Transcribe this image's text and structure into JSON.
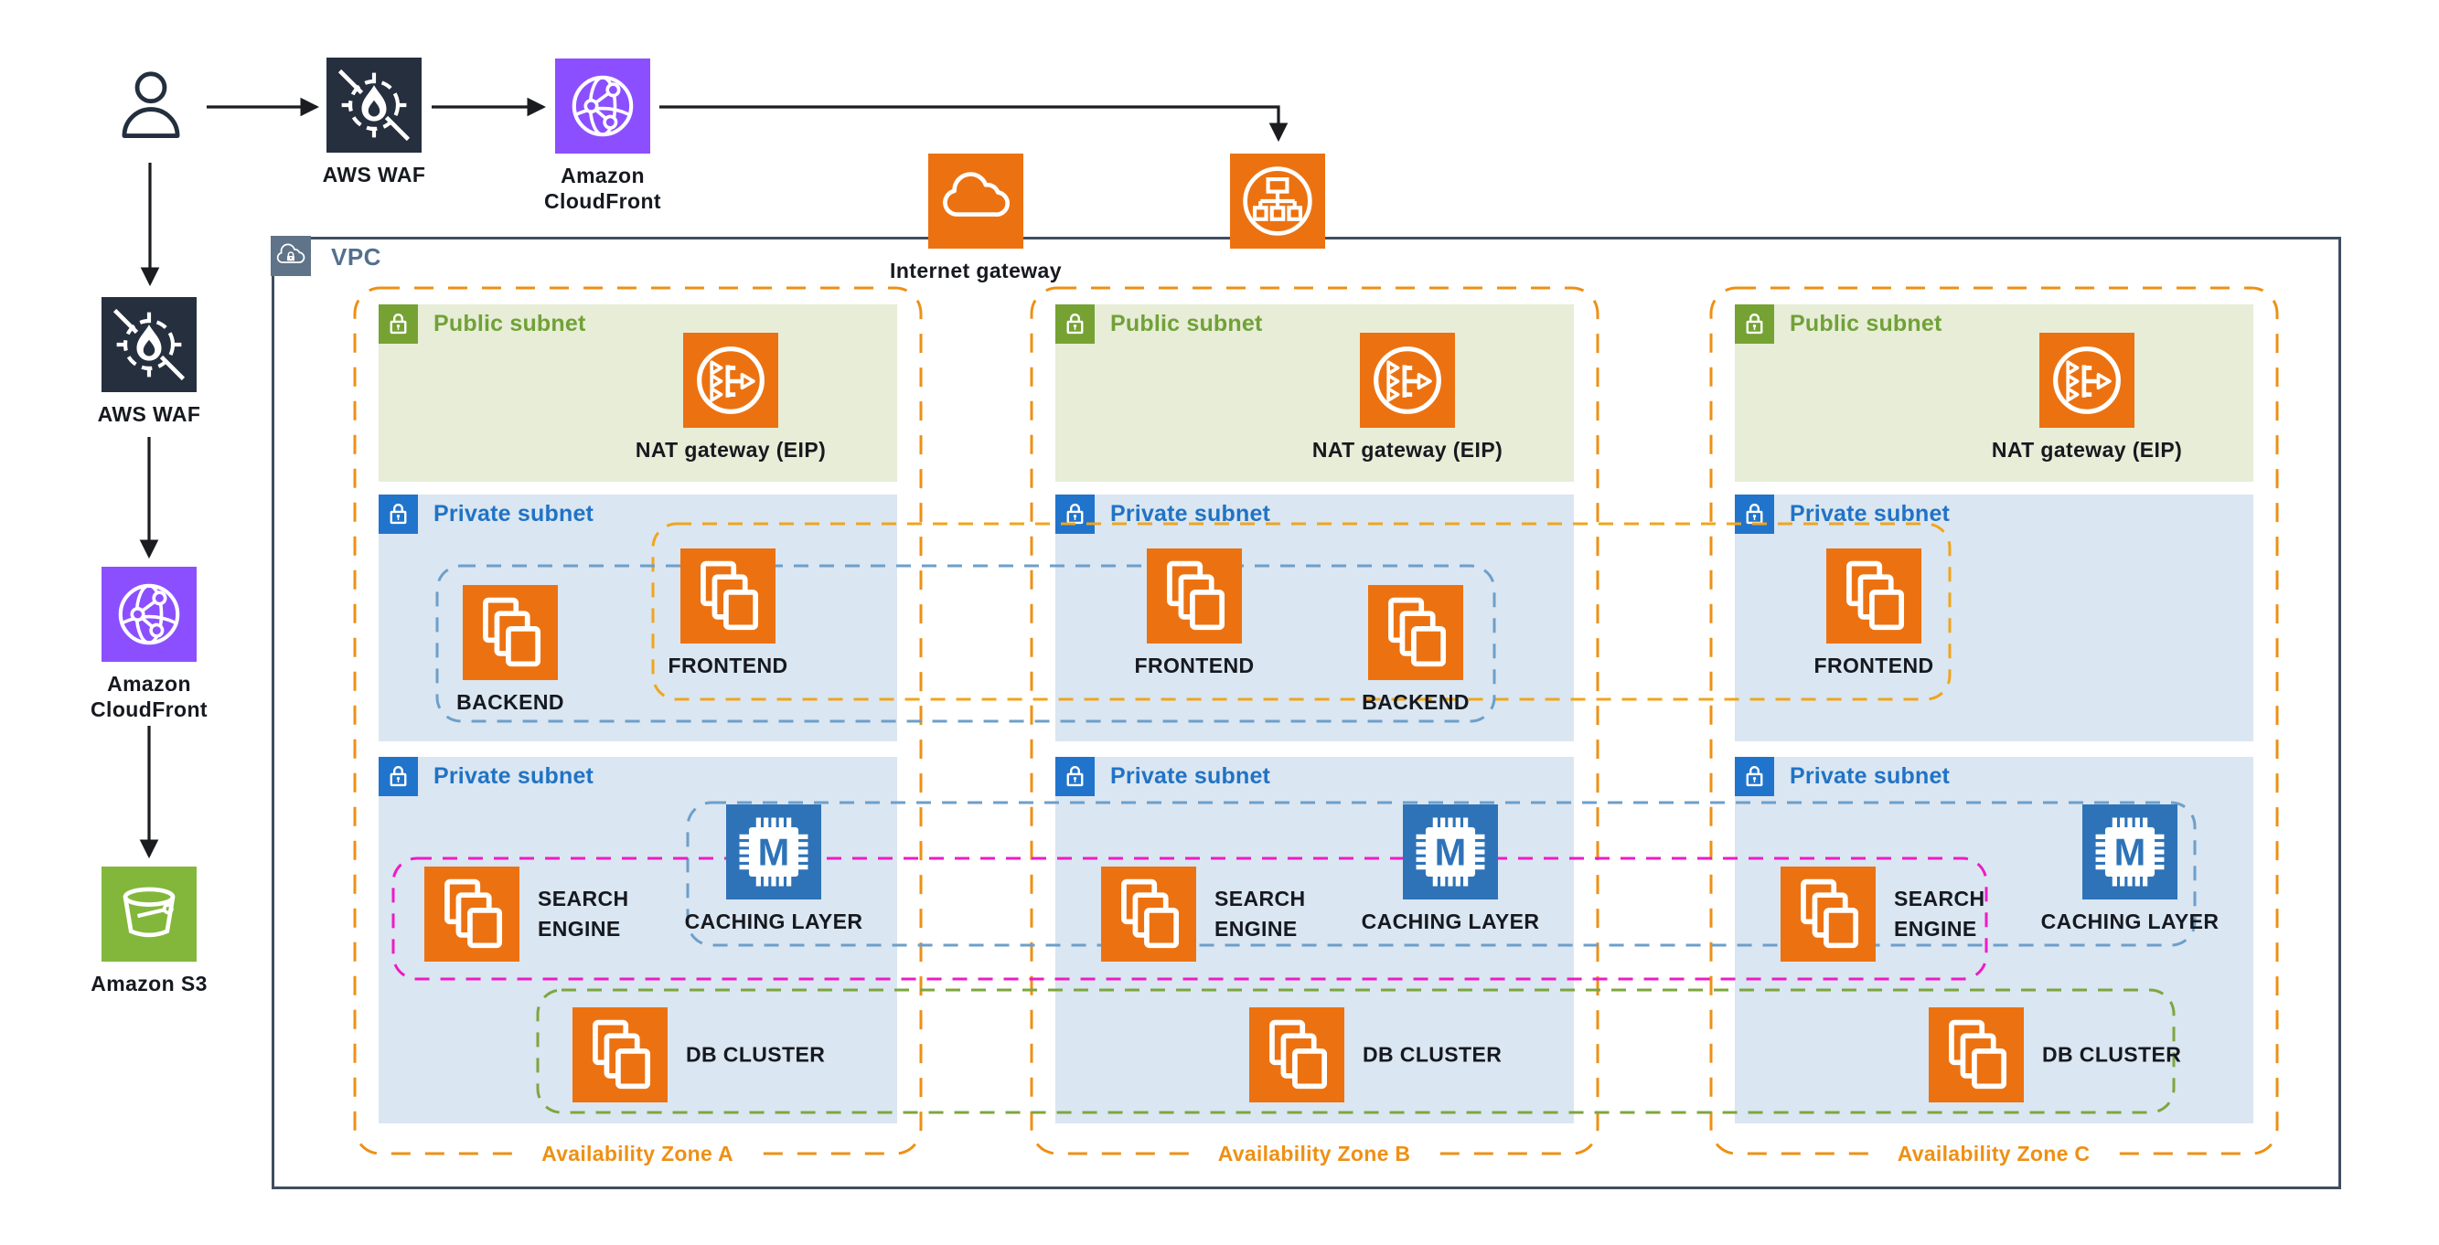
{
  "colors": {
    "aws_orange": "#EC7211",
    "waf_dark": "#252F3E",
    "cloudfront_purple": "#8C4FFF",
    "s3_green": "#82B73C",
    "memcached_blue": "#2E73B8",
    "vpc_border": "#3F4E5F",
    "vpc_badge": "#5F7389",
    "public_subnet_bg": "#E7EDD6",
    "public_subnet_green": "#71A138",
    "private_subnet_bg": "#DAE6F1",
    "private_subnet_blue": "#2173C4",
    "az_dash_orange": "#EE9014",
    "frontend_dash_orange": "#F0A51C",
    "backend_caching_dash_blue": "#6D9FCA",
    "search_dash_magenta": "#ED1BC6",
    "db_dash_green": "#7EA63F",
    "arrow_black": "#1A1C20"
  },
  "icons": {
    "user": "person-outline-icon",
    "waf": "flame-target-icon",
    "cloudfront": "globe-network-icon",
    "s3": "bucket-icon",
    "internet_gateway": "cloud-icon",
    "load_balancer": "network-tree-icon",
    "nat_gateway": "merge-arrows-circle-icon",
    "instances": "stacked-squares-icon",
    "caching": "memcached-chip-icon",
    "vpc": "cloud-lock-icon",
    "subnet": "padlock-icon"
  },
  "edge_top": {
    "waf_label": "AWS WAF",
    "cloudfront_label": "Amazon CloudFront"
  },
  "edge_left": {
    "waf_label": "AWS WAF",
    "cloudfront_label": "Amazon CloudFront",
    "s3_label": "Amazon S3"
  },
  "vpc": {
    "label": "VPC",
    "internet_gateway_label": "Internet gateway"
  },
  "zones": [
    {
      "label": "Availability Zone A",
      "public_subnet": {
        "label": "Public subnet",
        "nat_label": "NAT gateway (EIP)"
      },
      "app_subnet": {
        "label": "Private subnet",
        "frontend_label": "FRONTEND",
        "backend_label": "BACKEND"
      },
      "data_subnet": {
        "label": "Private subnet",
        "search_label": "SEARCH ENGINE",
        "caching_label": "CACHING LAYER",
        "db_label": "DB CLUSTER"
      }
    },
    {
      "label": "Availability Zone B",
      "public_subnet": {
        "label": "Public subnet",
        "nat_label": "NAT gateway (EIP)"
      },
      "app_subnet": {
        "label": "Private subnet",
        "frontend_label": "FRONTEND",
        "backend_label": "BACKEND"
      },
      "data_subnet": {
        "label": "Private subnet",
        "search_label": "SEARCH ENGINE",
        "caching_label": "CACHING LAYER",
        "db_label": "DB CLUSTER"
      }
    },
    {
      "label": "Availability Zone C",
      "public_subnet": {
        "label": "Public subnet",
        "nat_label": "NAT gateway (EIP)"
      },
      "app_subnet": {
        "label": "Private subnet",
        "frontend_label": "FRONTEND"
      },
      "data_subnet": {
        "label": "Private subnet",
        "search_label": "SEARCH ENGINE",
        "caching_label": "CACHING LAYER",
        "db_label": "DB CLUSTER"
      }
    }
  ]
}
